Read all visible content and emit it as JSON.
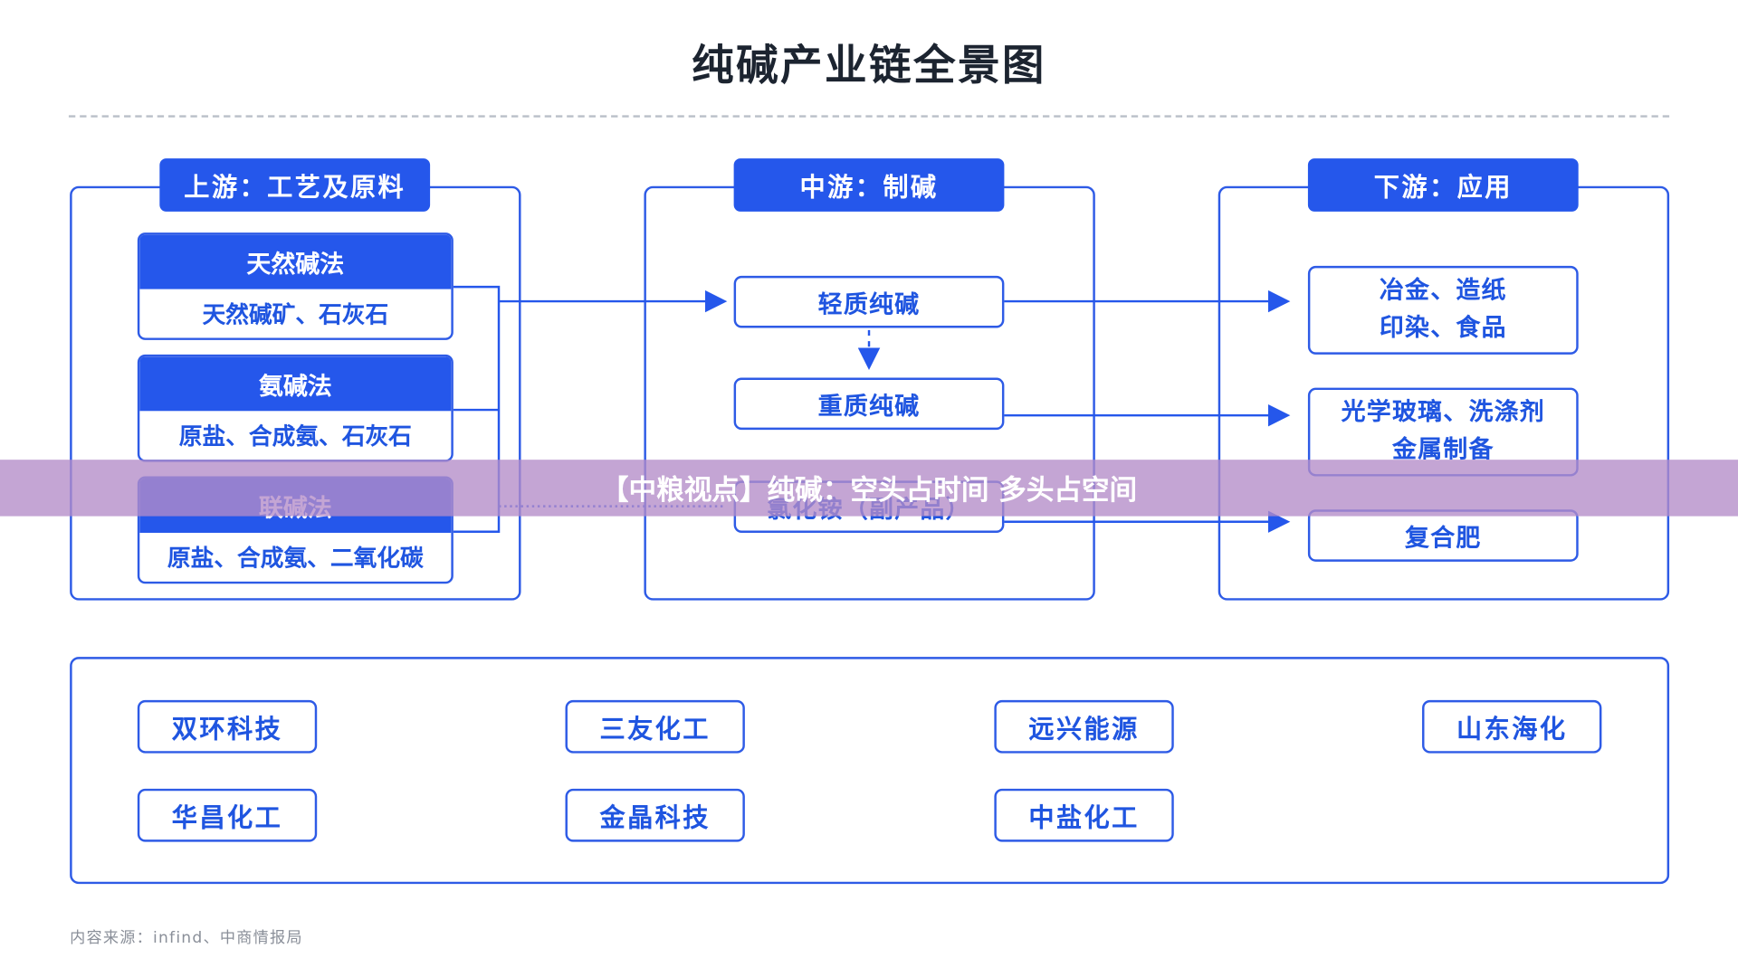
{
  "title": "纯碱产业链全景图",
  "colors": {
    "accent": "#2557eb",
    "title": "#1c2430",
    "source": "#8a8f99",
    "banner": "#b48cc8"
  },
  "upstream": {
    "header": "上游：工艺及原料",
    "methods": [
      {
        "name": "天然碱法",
        "materials": "天然碱矿、石灰石"
      },
      {
        "name": "氨碱法",
        "materials": "原盐、合成氨、石灰石"
      },
      {
        "name": "联碱法",
        "materials": "原盐、合成氨、二氧化碳"
      }
    ]
  },
  "midstream": {
    "header": "中游：制碱",
    "products": [
      "轻质纯碱",
      "重质纯碱",
      "氯化铵（副产品）"
    ]
  },
  "downstream": {
    "header": "下游：应用",
    "apps": [
      {
        "line1": "冶金、造纸",
        "line2": "印染、食品"
      },
      {
        "line1": "光学玻璃、洗涤剂",
        "line2": "金属制备"
      },
      {
        "line1": "复合肥",
        "line2": ""
      }
    ]
  },
  "companies": [
    [
      "双环科技",
      "三友化工",
      "远兴能源",
      "山东海化"
    ],
    [
      "华昌化工",
      "金晶科技",
      "中盐化工"
    ]
  ],
  "source": "内容来源：infind、中商情报局",
  "banner": "【中粮视点】纯碱：空头占时间 多头占空间"
}
